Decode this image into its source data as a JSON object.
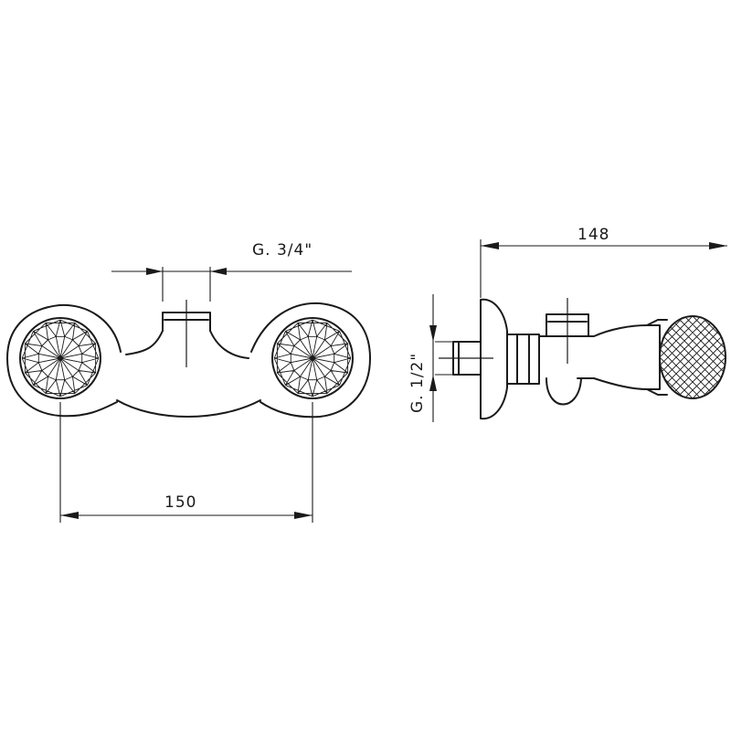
{
  "dimensions": {
    "inlet_thread": "G. 3/4\"",
    "center_distance": "150",
    "depth": "148",
    "outlet_thread": "G. 1/2\""
  }
}
